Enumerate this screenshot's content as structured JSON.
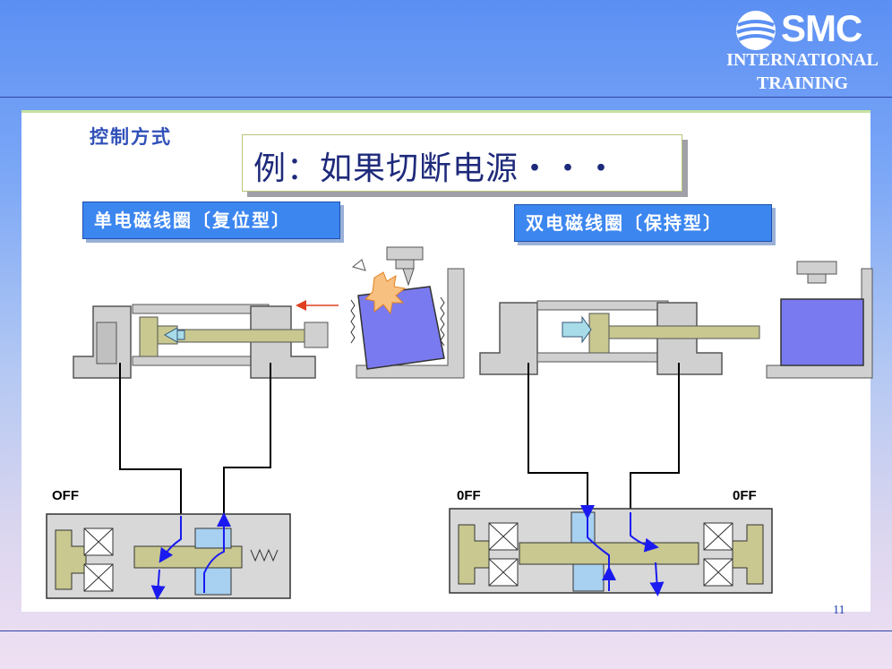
{
  "logo": {
    "brand": "SMC",
    "line1": "INTERNATIONAL",
    "line2": "TRAINING"
  },
  "section_title": "控制方式",
  "headline": "例：如果切断电源・・・",
  "labels": {
    "single": "单电磁线圈〔复位型〕",
    "double": "双电磁线圈〔保持型〕"
  },
  "valve_state": {
    "left": "OFF",
    "right_a": "0FF",
    "right_b": "0FF"
  },
  "page_number": "11",
  "colors": {
    "header": "#5b8ff3",
    "label": "#3c86f0",
    "flow": "#1a1af0",
    "piston": "#c8c890",
    "workpiece": "#7a7af0"
  }
}
